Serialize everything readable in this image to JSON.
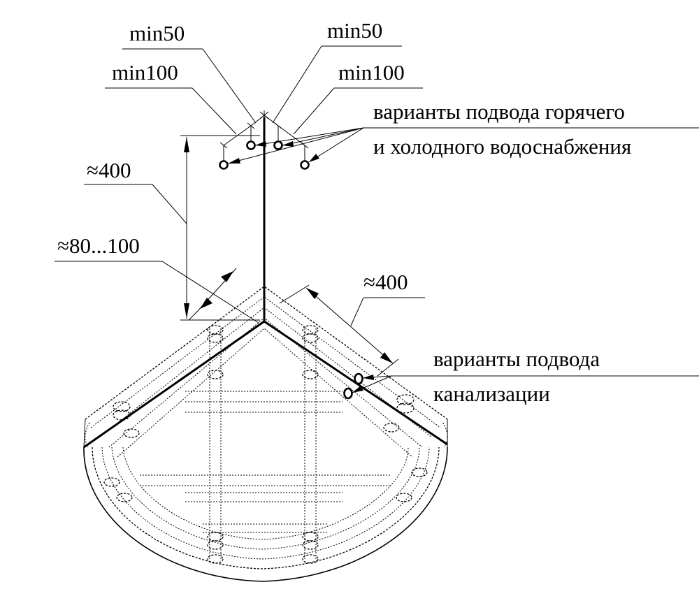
{
  "labels": {
    "min50_left": "min50",
    "min50_right": "min50",
    "min100_left": "min100",
    "min100_right": "min100",
    "supply_line1": "варианты подвода горячего",
    "supply_line2": "и холодного водоснабжения",
    "height_400": "≈400",
    "offset_80_100": "≈80...100",
    "side_400": "≈400",
    "drain_line1": "варианты подвода",
    "drain_line2": "канализации"
  }
}
